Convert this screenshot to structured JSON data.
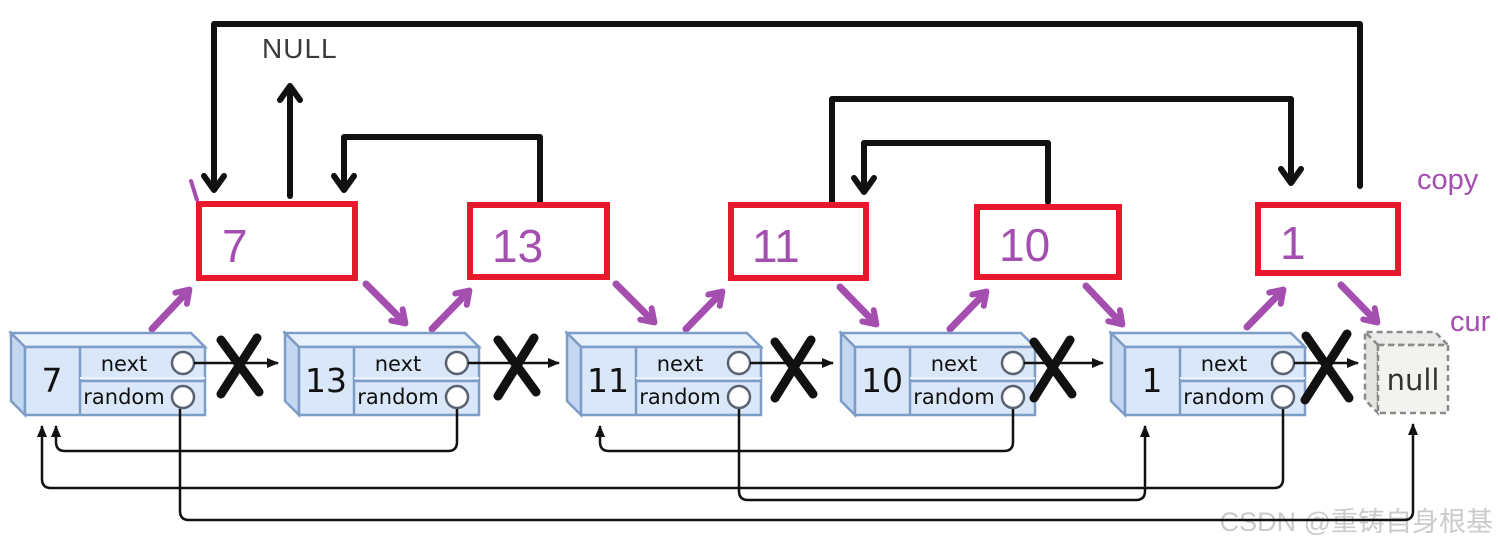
{
  "labels": {
    "null_pointer": "NULL",
    "copy_row_label": "copy",
    "cur_label": "cur",
    "watermark": "CSDN @重铸自身根基"
  },
  "copy_row": {
    "boxes": [
      {
        "value": "7"
      },
      {
        "value": "13"
      },
      {
        "value": "11"
      },
      {
        "value": "10"
      },
      {
        "value": "1"
      }
    ]
  },
  "list_row": {
    "nodes": [
      {
        "value": "7",
        "next_label": "next",
        "random_label": "random"
      },
      {
        "value": "13",
        "next_label": "next",
        "random_label": "random"
      },
      {
        "value": "11",
        "next_label": "next",
        "random_label": "random"
      },
      {
        "value": "10",
        "next_label": "next",
        "random_label": "random"
      },
      {
        "value": "1",
        "next_label": "next",
        "random_label": "random"
      }
    ],
    "tail": {
      "value": "null"
    }
  },
  "random_pointers": {
    "copies": {
      "7": "NULL",
      "13": "7",
      "11": "1",
      "10": "11",
      "1": "7"
    },
    "originals": {
      "7": "null",
      "13": "7",
      "11": "1",
      "10": "11",
      "1": "7"
    }
  },
  "next_pointers_crossed_out": true,
  "colors": {
    "copy_box_red": "#e8192c",
    "purple": "#a44fb0",
    "marker_black": "#111111",
    "node_front_fill": "#d9e7f8",
    "node_top_fill": "#e9f1fb",
    "node_side_fill": "#c4d7f0",
    "node_stroke": "#7d9dc7",
    "null_box_fill": "#f2f2ef",
    "null_box_stroke": "#8a8a8a",
    "watermark_gray": "#cbcbcb"
  }
}
